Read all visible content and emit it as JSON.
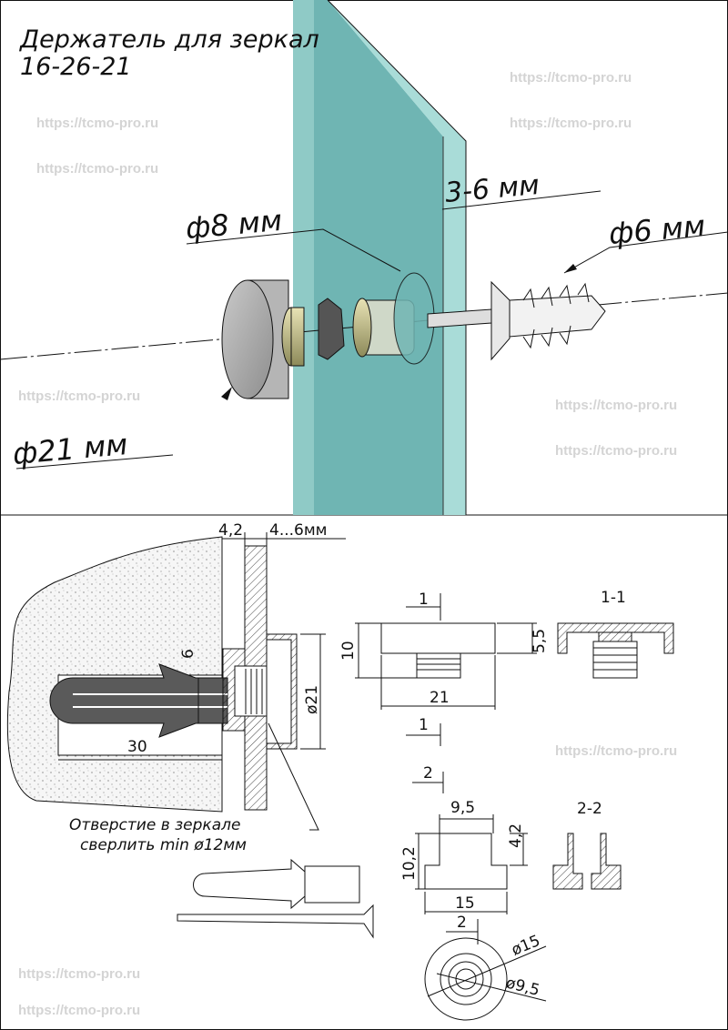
{
  "title": {
    "line1": "Держатель для зеркал",
    "line2": "16-26-21"
  },
  "watermark": "https://tcmo-pro.ru",
  "assembly": {
    "glass_thickness": "3-6 мм",
    "hole_diameter": "ф8  мм",
    "screw_diameter": "ф6  мм",
    "cap_diameter": "ф21  мм"
  },
  "section": {
    "dim_spacer": "4,2",
    "dim_glass": "4...6мм",
    "dim_dowel": "6",
    "dim_depth": "30",
    "dim_cap": "ø21",
    "note_line1": "Отверстие в зеркале",
    "note_line2": "сверлить min ø12мм"
  },
  "cap_view": {
    "cut_mark": "1",
    "height": "10",
    "width": "21",
    "top_height": "5,5",
    "section_label": "1-1"
  },
  "bushing_view": {
    "cut_mark": "2",
    "top_width": "9,5",
    "height": "10,2",
    "top_height": "4,2",
    "width": "15",
    "section_label": "2-2",
    "outer_diameter": "ø15",
    "inner_diameter": "ø9,5"
  },
  "colors": {
    "glass_face": "#6fb5b3",
    "glass_edge": "#a9dcd8",
    "concrete": "#f4f4f4",
    "dowel": "#5a5a5a"
  }
}
